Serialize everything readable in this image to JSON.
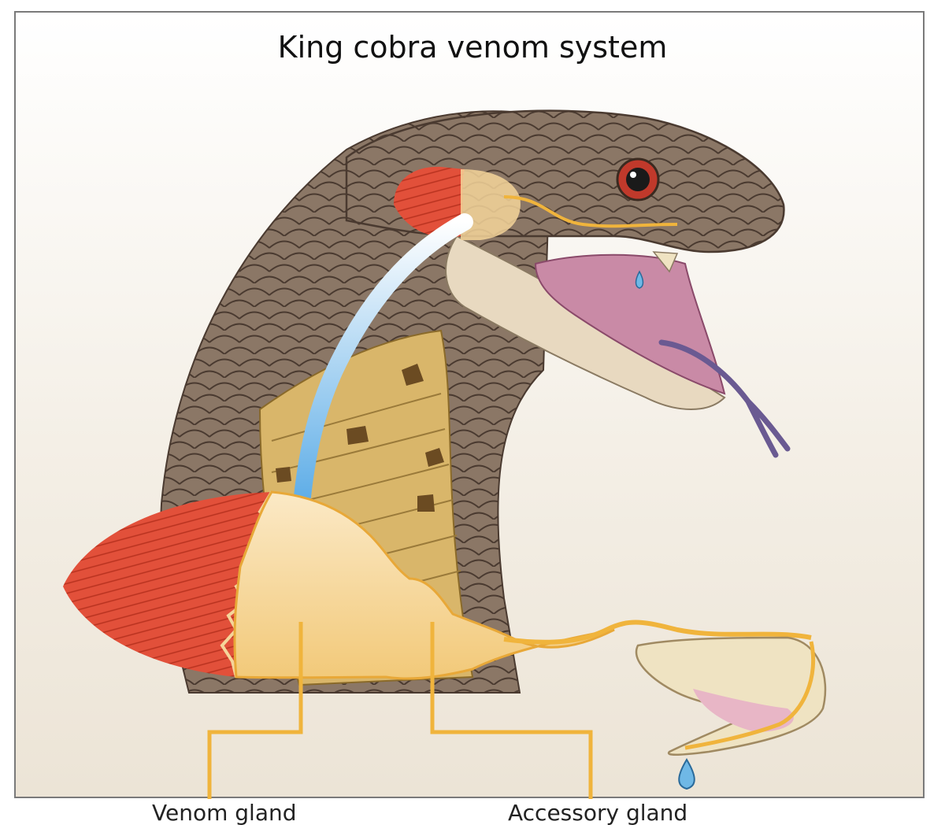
{
  "title": "King cobra venom system",
  "labels": {
    "venom_gland": "Venom gland",
    "accessory_gland": "Accessory gland"
  },
  "colors": {
    "scales": "#8b7766",
    "scale_lines": "#4a3a30",
    "belly": "#d9b66a",
    "jaw": "#e8d9c0",
    "mouth": "#c98aa6",
    "muscle": "#e2503a",
    "gland": "#f5d59a",
    "duct": "#f0b43c",
    "arrow": "#5aaee8",
    "venom_drop": "#6fb8e6",
    "fang": "#efe3c2"
  }
}
